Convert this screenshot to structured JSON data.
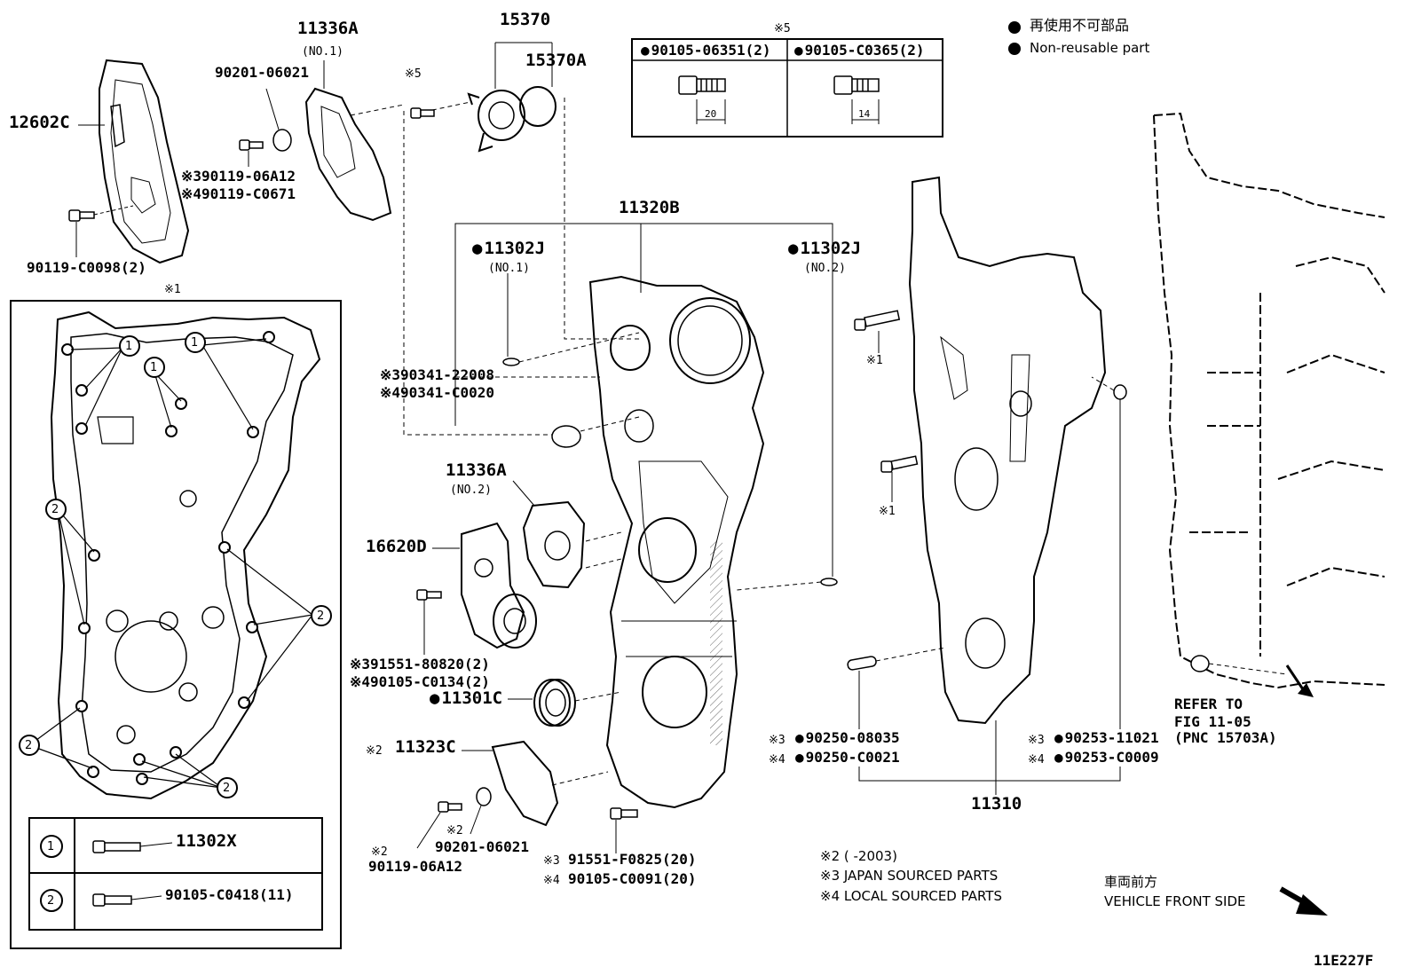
{
  "legend": {
    "jp": "再使用不可部品",
    "en": "Non-reusable part"
  },
  "bolt_table": {
    "mark": "※5",
    "cols": [
      {
        "part": "90105-06351(2)",
        "dim": "20"
      },
      {
        "part": "90105-C0365(2)",
        "dim": "14"
      }
    ]
  },
  "parts": {
    "p12602C": "12602C",
    "p11336A_1": "11336A",
    "p11336A_1_sub": "(NO.1)",
    "p90201_a": "90201-06021",
    "p15370": "15370",
    "p15370A": "15370A",
    "mark5": "※5",
    "p90119_06A12": "※390119-06A12",
    "p90119_C0671": "※490119-C0671",
    "p90119_C0098": "90119-C0098(2)",
    "p11320B": "11320B",
    "p11302J_1": "11302J",
    "p11302J_1_sub": "(NO.1)",
    "p11302J_2": "11302J",
    "p11302J_2_sub": "(NO.2)",
    "p90341_22008": "※390341-22008",
    "p90341_C0020": "※490341-C0020",
    "p11336A_2": "11336A",
    "p11336A_2_sub": "(NO.2)",
    "p16620D": "16620D",
    "p91551_80820": "※391551-80820(2)",
    "p90105_C0134": "※490105-C0134(2)",
    "p11301C": "11301C",
    "p11323C": "11323C",
    "p11323C_mark": "※2",
    "p90119_06A12_b_mark": "※2",
    "p90119_06A12_b": "90119-06A12",
    "p90201_b_mark": "※2",
    "p90201_b": "90201-06021",
    "p91551_F0825": "91551-F0825(20)",
    "p91551_F0825_mark": "※3",
    "p90105_C0091": "90105-C0091(20)",
    "p90105_C0091_mark": "※4",
    "mark1_a": "※1",
    "mark1_b": "※1",
    "mark1_box": "※1",
    "p90250_08035": "90250-08035",
    "p90250_08035_mark": "※3",
    "p90250_C0021": "90250-C0021",
    "p90250_C0021_mark": "※4",
    "p90253_11021": "90253-11021",
    "p90253_11021_mark": "※3",
    "p90253_C0009": "90253-C0009",
    "p90253_C0009_mark": "※4",
    "p11310": "11310",
    "refer_1": "REFER TO",
    "refer_2": "FIG 11-05",
    "refer_3": "(PNC 15703A)"
  },
  "notes": {
    "n2": "※2 (      -2003)",
    "n3": "※3 JAPAN SOURCED PARTS",
    "n4": "※4 LOCAL SOURCED PARTS"
  },
  "front": {
    "jp": "車両前方",
    "en": "VEHICLE FRONT SIDE"
  },
  "figure_id": "11E227F",
  "gasket_box": {
    "callouts": [
      "1",
      "1",
      "1",
      "2",
      "2",
      "2",
      "2"
    ],
    "table": [
      {
        "num": "1",
        "part": "11302X"
      },
      {
        "num": "2",
        "part": "90105-C0418(11)"
      }
    ]
  }
}
